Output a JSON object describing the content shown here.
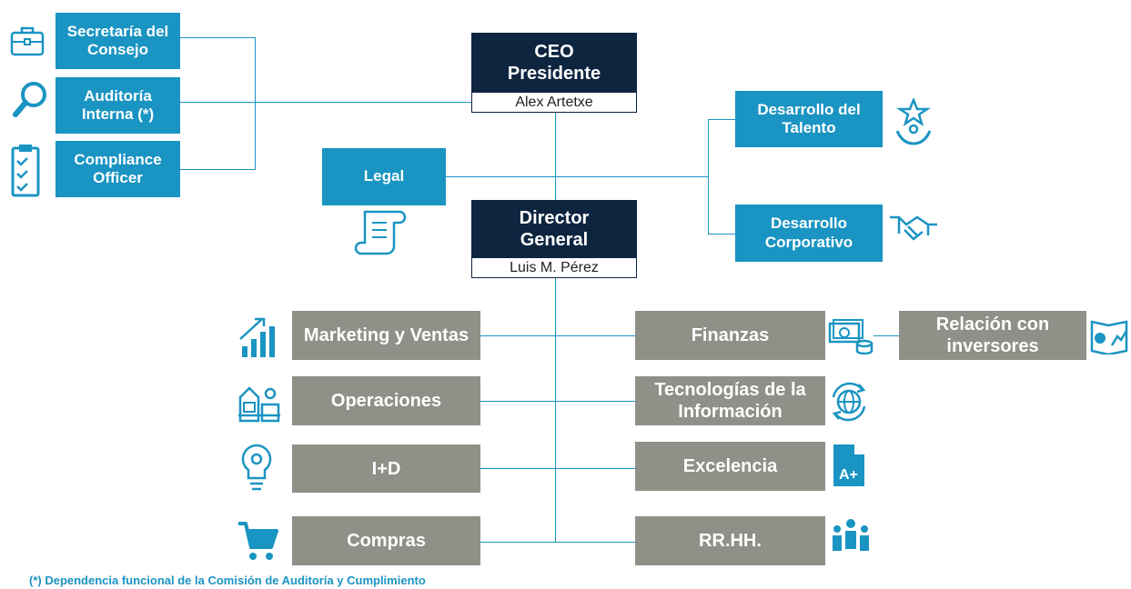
{
  "top_left": {
    "secretaria": "Secretaría del\nConsejo",
    "auditoria": "Auditoría\nInterna (*)",
    "compliance": "Compliance\nOfficer"
  },
  "ceo": {
    "title": "CEO\nPresidente",
    "name": "Alex Artetxe"
  },
  "legal": "Legal",
  "director": {
    "title": "Director\nGeneral",
    "name": "Luis M. Pérez"
  },
  "right_top": {
    "talento": "Desarrollo del\nTalento",
    "corporativo": "Desarrollo\nCorporativo"
  },
  "departments_left": {
    "marketing": "Marketing y Ventas",
    "operaciones": "Operaciones",
    "id": "I+D",
    "compras": "Compras"
  },
  "departments_right": {
    "finanzas": "Finanzas",
    "tecnologias": "Tecnologías de la\nInformación",
    "excelencia": "Excelencia",
    "rrhh": "RR.HH.",
    "inversores": "Relación con\ninversores"
  },
  "footnote": "(*) Dependencia funcional de la Comisión de Auditoría y Cumplimiento",
  "colors": {
    "blue": "#1a94c2",
    "navy": "#0e2540",
    "gray": "#8f9088"
  },
  "icons": [
    "briefcase-icon",
    "magnifier-icon",
    "clipboard-icon",
    "scroll-icon",
    "star-person-icon",
    "handshake-icon",
    "growth-chart-icon",
    "factory-icon",
    "lightbulb-gear-icon",
    "shopping-cart-icon",
    "money-icon",
    "globe-sync-icon",
    "document-grade-icon",
    "team-icon",
    "report-chart-icon"
  ]
}
